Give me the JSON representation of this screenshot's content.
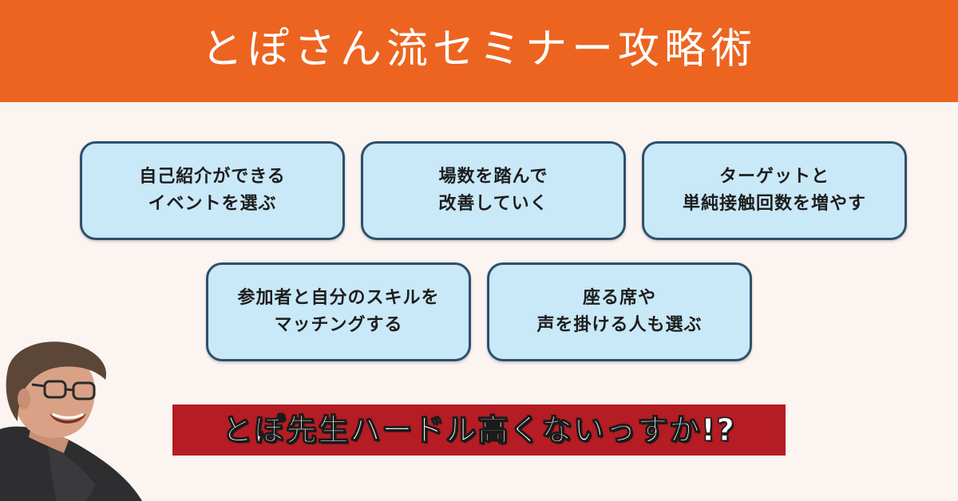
{
  "header": {
    "title": "とぽさん流セミナー攻略術",
    "color": "#ec6420"
  },
  "cards": [
    {
      "line1": "自己紹介ができる",
      "line2": "イベントを選ぶ"
    },
    {
      "line1": "場数を踏んで",
      "line2": "改善していく"
    },
    {
      "line1": "ターゲットと",
      "line2": "単純接触回数を増やす"
    },
    {
      "line1": "参加者と自分のスキルを",
      "line2": "マッチングする"
    },
    {
      "line1": "座る席や",
      "line2": "声を掛ける人も選ぶ"
    }
  ],
  "card_style": {
    "fill": "#c9e8f8",
    "border": "#2f4f6a"
  },
  "banner": {
    "text": "とぽ先生ハードル高くないっすか!?",
    "color": "#b51c23"
  },
  "background": "#fbf4f1"
}
